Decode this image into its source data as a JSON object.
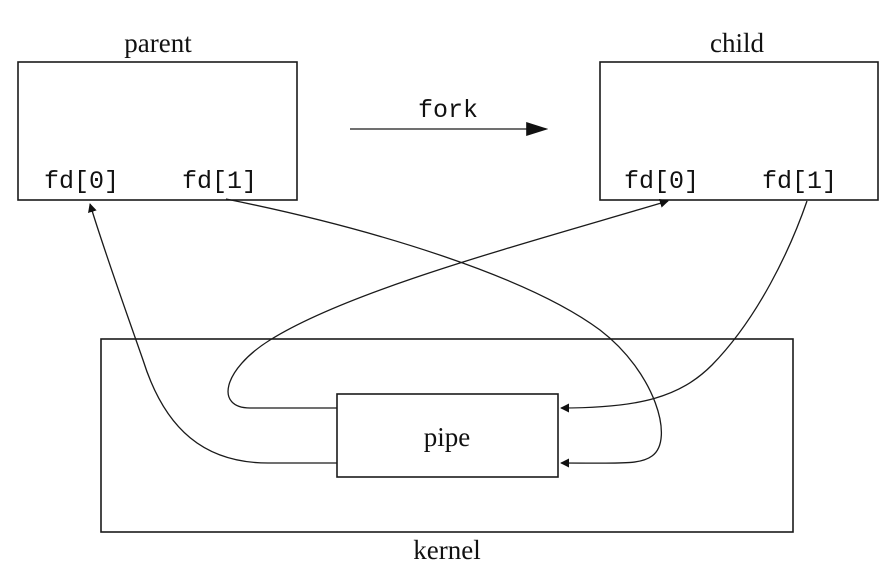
{
  "parent": {
    "title": "parent",
    "fd_read": "fd[0]",
    "fd_write": "fd[1]"
  },
  "child": {
    "title": "child",
    "fd_read": "fd[0]",
    "fd_write": "fd[1]"
  },
  "fork": {
    "label": "fork"
  },
  "kernel": {
    "label": "kernel"
  },
  "pipe": {
    "label": "pipe"
  },
  "colors": {
    "ink": "#1a1a1a",
    "background": "#ffffff"
  }
}
